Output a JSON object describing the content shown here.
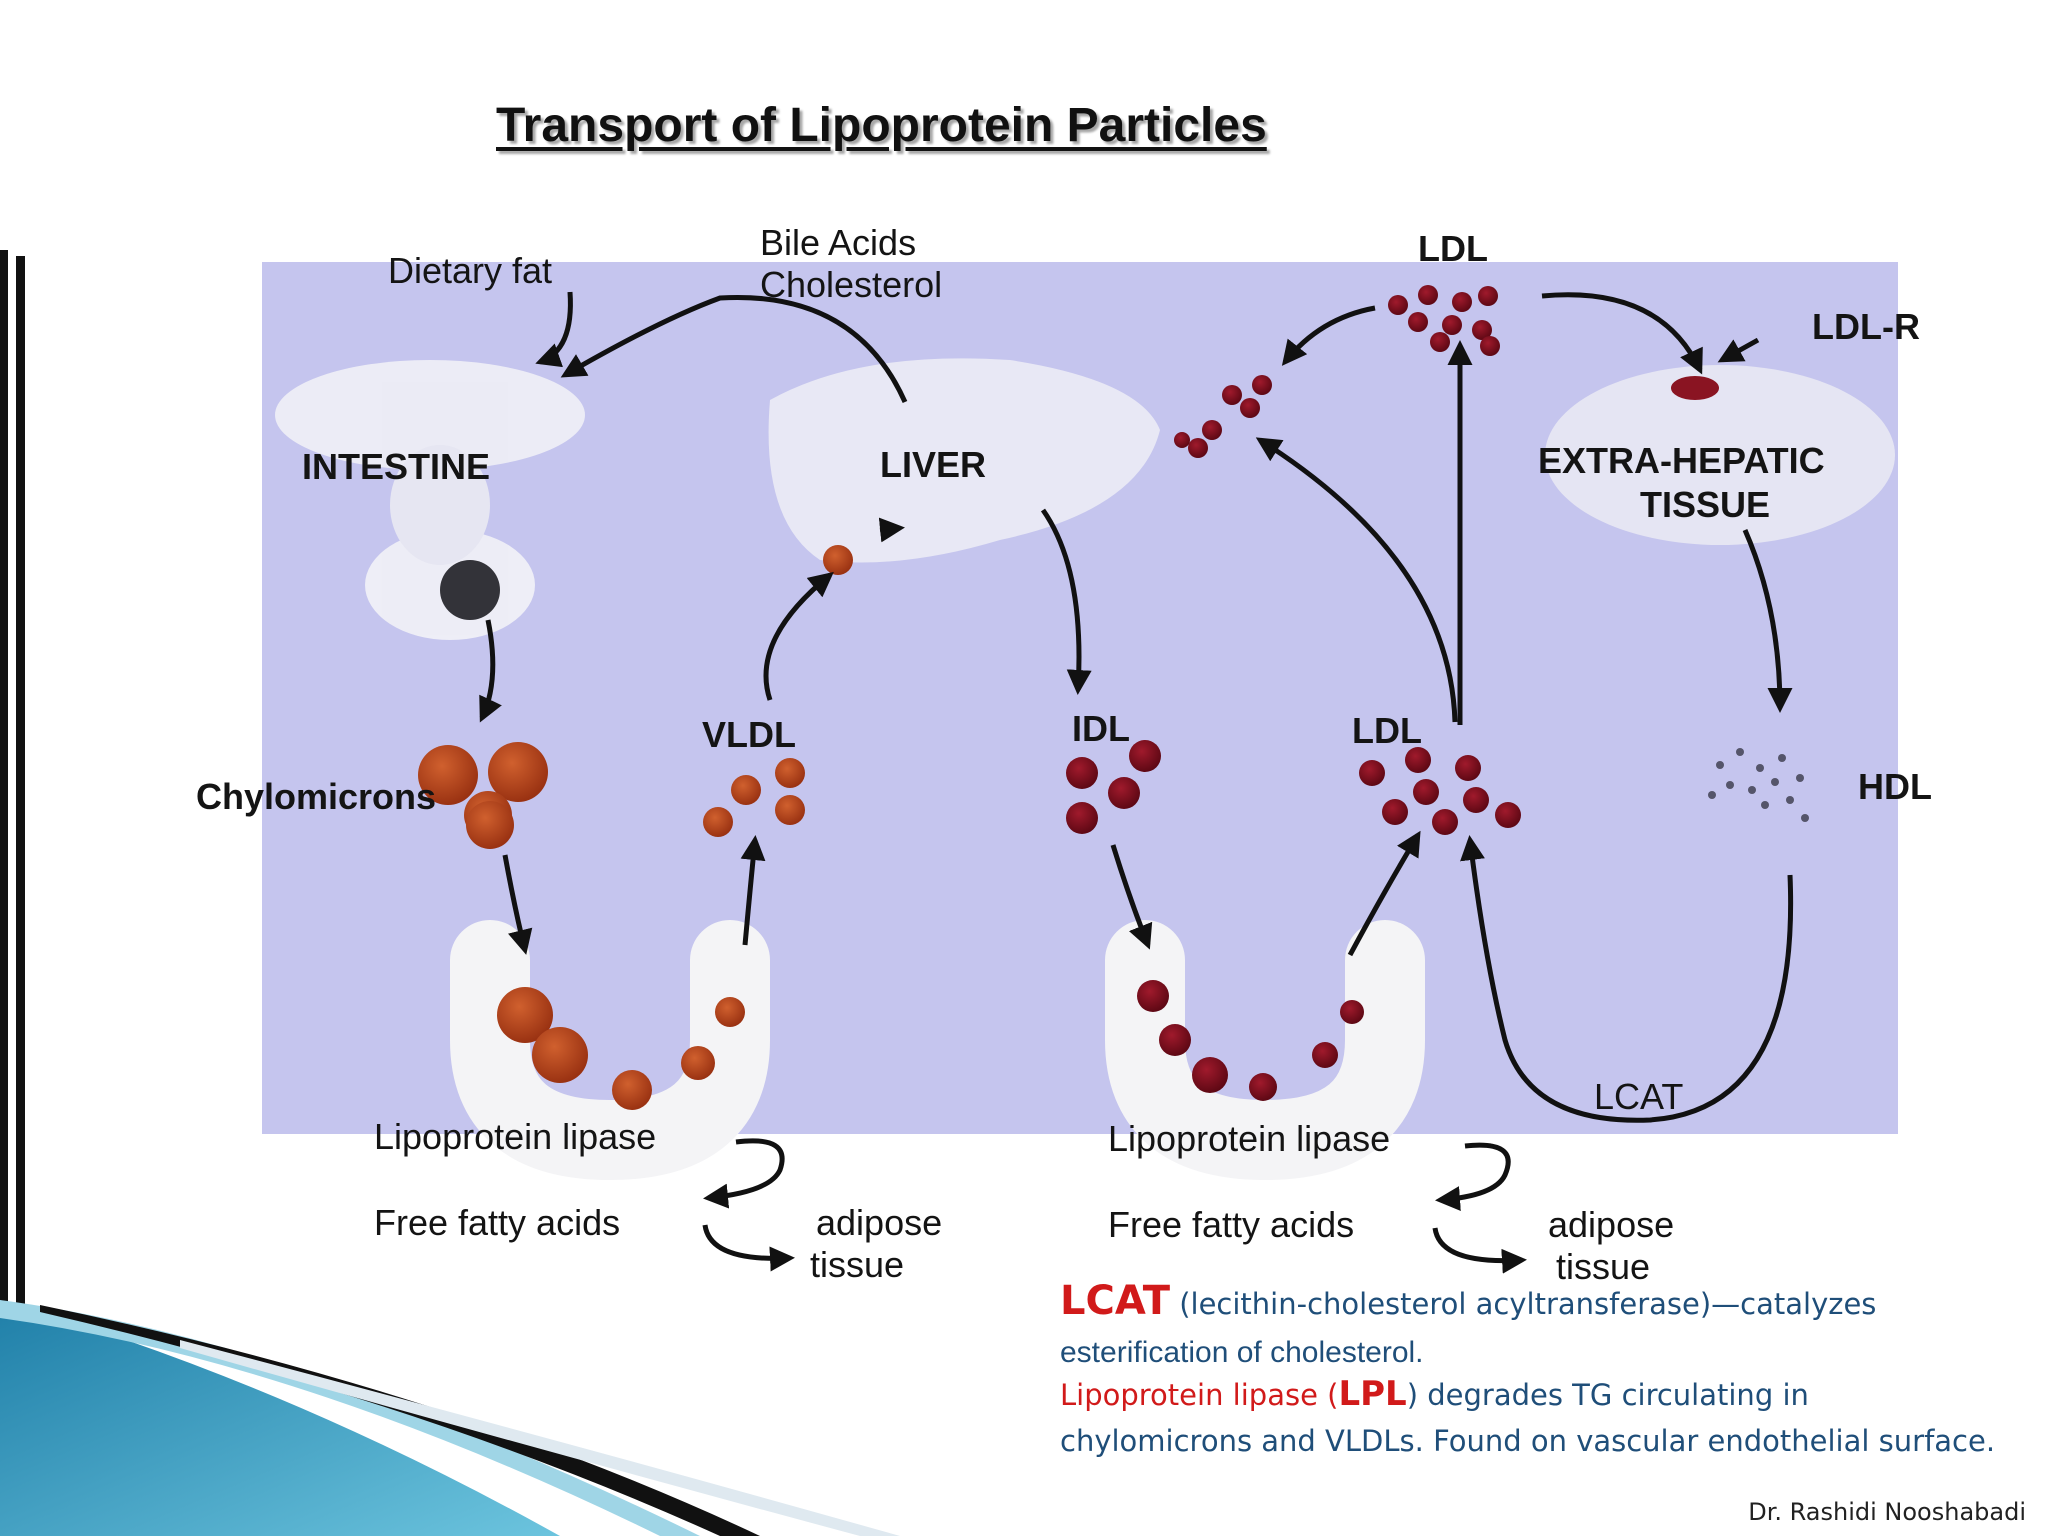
{
  "title": "Transport of Lipoprotein Particles",
  "labels": {
    "dietary_fat": "Dietary fat",
    "bile_line1": "Bile Acids",
    "bile_line2": "Cholesterol",
    "ldl_top": "LDL",
    "ldl_r": "LDL-R",
    "intestine": "INTESTINE",
    "liver": "LIVER",
    "extra_line1": "EXTRA-HEPATIC",
    "extra_line2": "TISSUE",
    "chylomicrons": "Chylomicrons",
    "vldl": "VLDL",
    "idl": "IDL",
    "ldl_mid": "LDL",
    "hdl": "HDL",
    "lcat": "LCAT",
    "lpl_left": "Lipoprotein lipase",
    "ffa_left": "Free fatty acids",
    "adipose_left_1": "adipose",
    "adipose_left_2": "tissue",
    "lpl_right": "Lipoprotein lipase",
    "ffa_right": "Free fatty acids",
    "adipose_right_1": "adipose",
    "adipose_right_2": "tissue"
  },
  "notes": {
    "lcat_term": "LCAT",
    "lcat_rest": " (lecithin-cholesterol acyltransferase)—catalyzes",
    "lcat_line2": "esterification of cholesterol.",
    "lpl_prefix": "Lipoprotein lipase (",
    "lpl_term": "LPL",
    "lpl_rest": ") degrades TG circulating in",
    "lpl_line2": "chylomicrons and VLDLs. Found on vascular endothelial surface."
  },
  "credit": "Dr. Rashidi Nooshabadi",
  "colors": {
    "background": "#c5c5ee",
    "chylo_particle": "#b5401c",
    "ldl_particle": "#7a0e1e",
    "note_blue": "#1f4e79",
    "note_red": "#d11a1a",
    "corner_blue": "#2a8fb8"
  }
}
